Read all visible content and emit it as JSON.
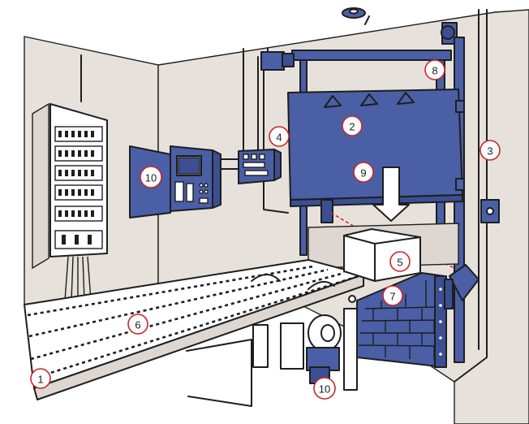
{
  "labels": [
    {
      "id": "1",
      "text": "1"
    },
    {
      "id": "2",
      "text": "2"
    },
    {
      "id": "3",
      "text": "3"
    },
    {
      "id": "4",
      "text": "4"
    },
    {
      "id": "5",
      "text": "5"
    },
    {
      "id": "6",
      "text": "6"
    },
    {
      "id": "7",
      "text": "7"
    },
    {
      "id": "8",
      "text": "8"
    },
    {
      "id": "9",
      "text": "9"
    },
    {
      "id": "10a",
      "text": "10"
    },
    {
      "id": "10b",
      "text": "10"
    }
  ],
  "colors": {
    "machine_blue": "#4a5fa5",
    "wall": "#e7e1dc",
    "label_ring": "#c9262c",
    "ink": "#1e1e1e"
  }
}
